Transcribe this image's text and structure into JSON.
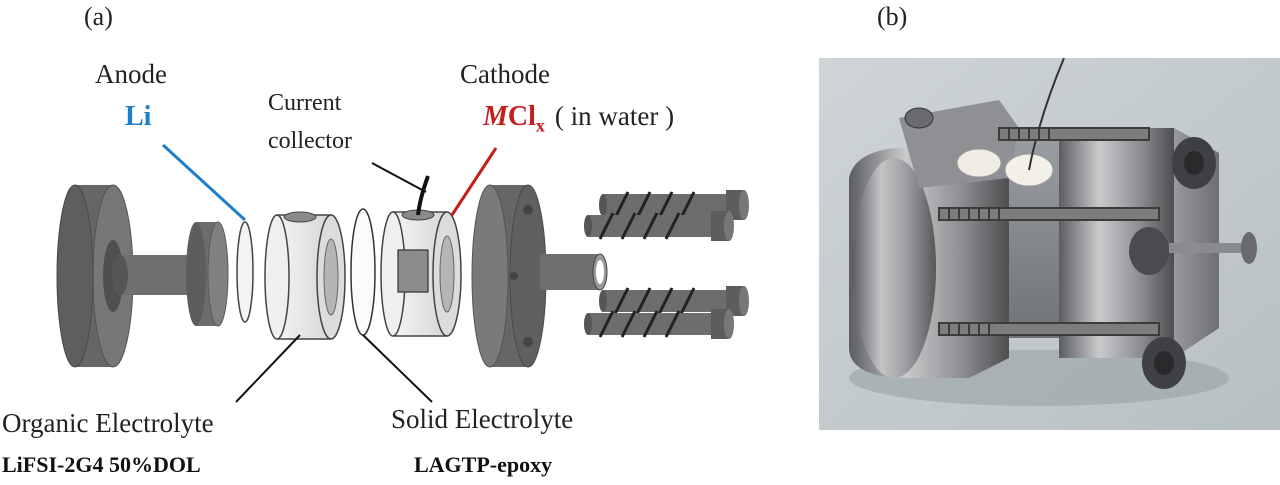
{
  "panels": {
    "a": "(a)",
    "b": "(b)"
  },
  "labels": {
    "anode": "Anode",
    "anode_material": "Li",
    "current_collector_line1": "Current",
    "current_collector_line2": "collector",
    "cathode": "Cathode",
    "cathode_metal": "M",
    "cathode_cl": "Cl",
    "cathode_sub": "x",
    "cathode_note": "( in water )",
    "organic_electrolyte": "Organic Electrolyte",
    "organic_electrolyte_material": "LiFSI-2G4 50%DOL",
    "solid_electrolyte": "Solid Electrolyte",
    "solid_electrolyte_material": "LAGTP-epoxy"
  },
  "colors": {
    "anode": "#1d7fc9",
    "cathode": "#c41e1e",
    "dark_part": "#6b6b6b",
    "light_part": "#e3e3e3"
  }
}
